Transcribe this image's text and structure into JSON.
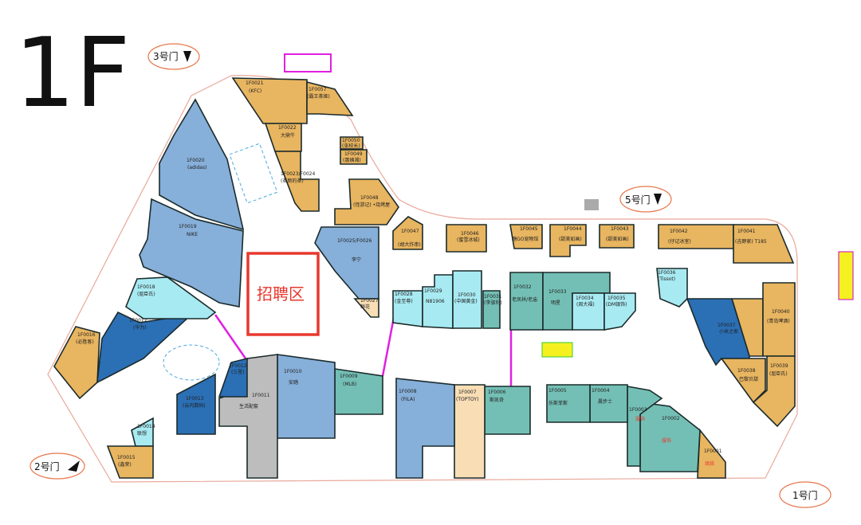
{
  "floor_label": "1F",
  "recruit_area": "招聘区",
  "doors": [
    "3号门",
    "5号门",
    "2号门",
    "1号门"
  ],
  "colors": {
    "food": "#E8B560",
    "sports": "#86AFD9",
    "digital": "#2B6FB5",
    "fashion": "#74BFB5",
    "jewelry": "#A8EAF2",
    "service": "#BDBDBD",
    "toy": "#F8DDB5",
    "recruit": "#E8382E"
  },
  "stores": [
    {
      "id": "1F0021",
      "name": "(KFC)"
    },
    {
      "id": "1F0057",
      "name": "(霸王茶姬)"
    },
    {
      "id": "1F0022",
      "name": "大鼎牛"
    },
    {
      "id": "1F0023/F0024",
      "name": "(茶颜的茶)"
    },
    {
      "id": "1F0050",
      "name": "(张校长)"
    },
    {
      "id": "1F0049",
      "name": "(惠姨湘)"
    },
    {
      "id": "1F0048",
      "name": "(怪游记) •烧烤屋"
    },
    {
      "id": "1F0025/F0026",
      "name": "李宁"
    },
    {
      "id": "1F0027",
      "name": "鲜花"
    },
    {
      "id": "1F0047",
      "name": "(胡大炸串)"
    },
    {
      "id": "1F0046",
      "name": "(蜜雪冰城)"
    },
    {
      "id": "1F0045",
      "name": "糖GO宠物馆"
    },
    {
      "id": "1F0044",
      "name": "(甜美如画)"
    },
    {
      "id": "1F0043",
      "name": "(甜美如画)"
    },
    {
      "id": "1F0028",
      "name": "(金至尊)"
    },
    {
      "id": "1F0029",
      "name": "N81906"
    },
    {
      "id": "1F0030",
      "name": "(中国黄金)"
    },
    {
      "id": "1F0031",
      "name": "(李驿利)"
    },
    {
      "id": "1F0032",
      "name": "老凤祥/老庙"
    },
    {
      "id": "1F0033",
      "name": "明星"
    },
    {
      "id": "1F0034",
      "name": "(周大福)"
    },
    {
      "id": "1F0035",
      "name": "(DM银饰)"
    },
    {
      "id": "1F0042",
      "name": "(仔记冰室)"
    },
    {
      "id": "1F0041",
      "name": "(吉野家)  T185"
    },
    {
      "id": "1F0036",
      "name": "(Tissot)"
    },
    {
      "id": "1F0037",
      "name": "小米之家"
    },
    {
      "id": "1F0040",
      "name": "(青岛啤酒)"
    },
    {
      "id": "1F0038",
      "name": "巴黎贝甜"
    },
    {
      "id": "1F0039",
      "name": "(屈臣氏)"
    },
    {
      "id": "1F0001",
      "name": "烘焙"
    },
    {
      "id": "1F0002",
      "name": "服饰"
    },
    {
      "id": "1F0003",
      "name": "服饰"
    },
    {
      "id": "1F0004",
      "name": "晨步士"
    },
    {
      "id": "1F0005",
      "name": "乐斯菲斯"
    },
    {
      "id": "1F0006",
      "name": "斯凯奇"
    },
    {
      "id": "1F0007",
      "name": "(TOPTOY)"
    },
    {
      "id": "1F0008",
      "name": "(FILA)"
    },
    {
      "id": "1F0009",
      "name": "(MLB)"
    },
    {
      "id": "1F0010",
      "name": "安踏"
    },
    {
      "id": "1F0011",
      "name": "生活配套"
    },
    {
      "id": "1F0012",
      "name": "(三星)"
    },
    {
      "id": "1F0013",
      "name": "(云内数码)"
    },
    {
      "id": "1F0014",
      "name": "联想"
    },
    {
      "id": "1F0015",
      "name": "(鑫荣)"
    },
    {
      "id": "1F0016",
      "name": "(必胜客)"
    },
    {
      "id": "1F0017",
      "name": "(华为)"
    },
    {
      "id": "1F0018",
      "name": "(屈臣氏)"
    },
    {
      "id": "1F0019",
      "name": "NIKE"
    },
    {
      "id": "1F0020",
      "name": "(adidas)"
    }
  ]
}
